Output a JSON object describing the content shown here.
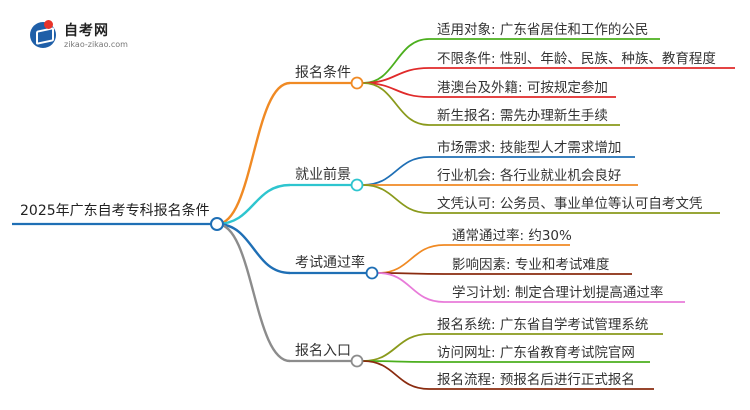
{
  "logo": {
    "title": "自考网",
    "url": "zikao-zikao.com"
  },
  "root": "2025年广东自考专科报名条件",
  "branches": [
    {
      "label": "报名条件",
      "color": "#f08a24",
      "leaves": [
        {
          "text": "适用对象: 广东省居住和工作的公民",
          "color": "#4caf1e"
        },
        {
          "text": "不限条件: 性别、年龄、民族、种族、教育程度",
          "color": "#e02a2a"
        },
        {
          "text": "港澳台及外籍: 可按规定参加",
          "color": "#e02a2a"
        },
        {
          "text": "新生报名: 需先办理新生手续",
          "color": "#8a9a1c"
        }
      ]
    },
    {
      "label": "就业前景",
      "color": "#2ec5cf",
      "leaves": [
        {
          "text": "市场需求: 技能型人才需求增加",
          "color": "#1f6fb5"
        },
        {
          "text": "行业机会: 各行业就业机会良好",
          "color": "#f08a24"
        },
        {
          "text": "文凭认可: 公务员、事业单位等认可自考文凭",
          "color": "#8a9a1c"
        }
      ]
    },
    {
      "label": "考试通过率",
      "color": "#1f6fb5",
      "leaves": [
        {
          "text": "通常通过率: 约30%",
          "color": "#f08a24"
        },
        {
          "text": "影响因素: 专业和考试难度",
          "color": "#8a2b0f"
        },
        {
          "text": "学习计划: 制定合理计划提高通过率",
          "color": "#e87bd9"
        }
      ]
    },
    {
      "label": "报名入口",
      "color": "#8c8c8c",
      "leaves": [
        {
          "text": "报名系统: 广东省自学考试管理系统",
          "color": "#8a9a1c"
        },
        {
          "text": "访问网址: 广东省教育考试院官网",
          "color": "#4caf1e"
        },
        {
          "text": "报名流程: 预报名后进行正式报名",
          "color": "#8a2b0f"
        }
      ]
    }
  ]
}
